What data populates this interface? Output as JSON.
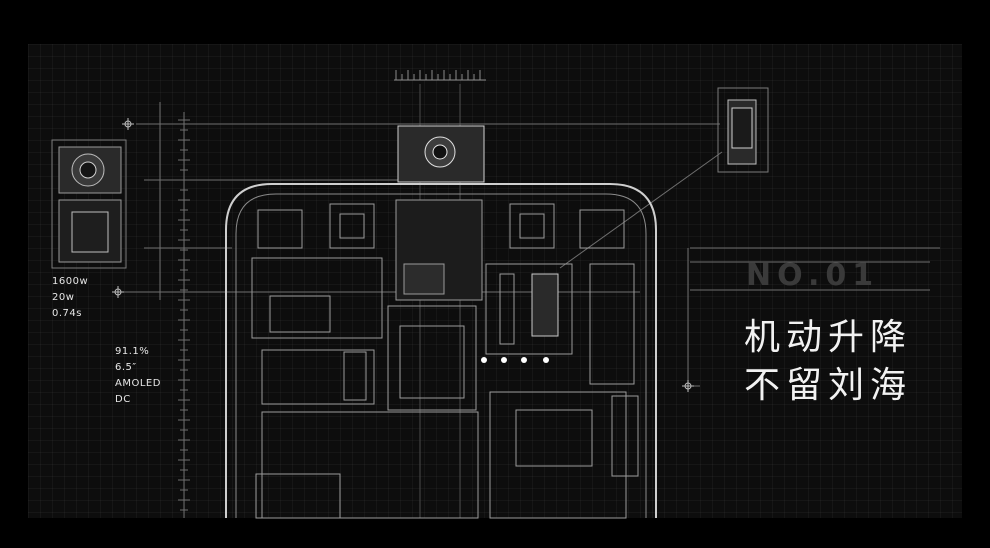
{
  "specs_camera": [
    "1600w",
    "20w",
    "0.74s"
  ],
  "specs_display": [
    "91.1%",
    "6.5″",
    "AMOLED",
    "DC"
  ],
  "badge": "NO.01",
  "headline": [
    "机动升降",
    "不留刘海"
  ],
  "colors": {
    "background": "#000000",
    "line": "#8c8c8c",
    "text": "#f2f2f2"
  }
}
